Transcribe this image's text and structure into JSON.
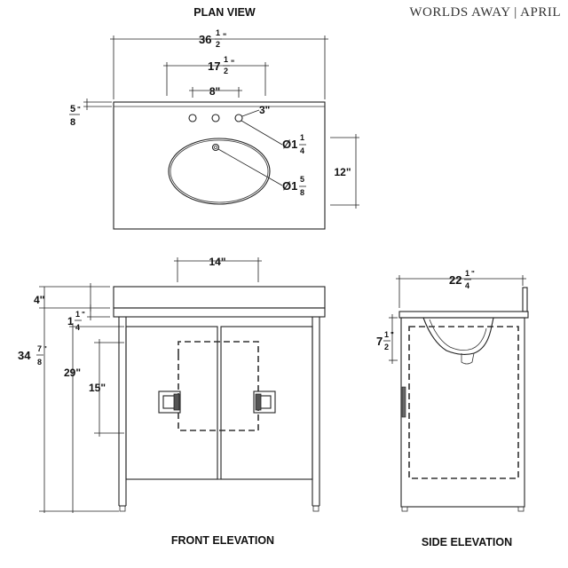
{
  "brand": "WORLDS AWAY | APRIL",
  "views": {
    "plan": "PLAN VIEW",
    "front": "FRONT ELEVATION",
    "side": "SIDE ELEVATION"
  },
  "plan": {
    "width_whole": "36",
    "width_num": "1",
    "width_den": "2",
    "width_unit": "\"",
    "faucet_whole": "17",
    "faucet_num": "1",
    "faucet_den": "2",
    "faucet_unit": "\"",
    "center_spread": "8\"",
    "top_thick_num": "5",
    "top_thick_unit": "\"",
    "top_thick_den": "8",
    "hole": "3\"",
    "drain_whole": "Ø1",
    "drain_num": "1",
    "drain_den": "4",
    "overflow_whole": "Ø1",
    "overflow_num": "5",
    "overflow_den": "8",
    "depth_to_sink": "12\""
  },
  "front": {
    "basin_width": "14\"",
    "top_height": "4\"",
    "apron_whole": "1",
    "apron_num": "1",
    "apron_unit": "\"",
    "apron_den": "4",
    "total_whole": "34",
    "total_num": "7",
    "total_unit": "\"",
    "total_den": "8",
    "door_height": "29\"",
    "handle_height": "15\""
  },
  "side": {
    "depth_whole": "22",
    "depth_num": "1",
    "depth_unit": "\"",
    "depth_den": "4",
    "bowl_whole": "7",
    "bowl_num": "1",
    "bowl_unit": "\"",
    "bowl_den": "2"
  }
}
